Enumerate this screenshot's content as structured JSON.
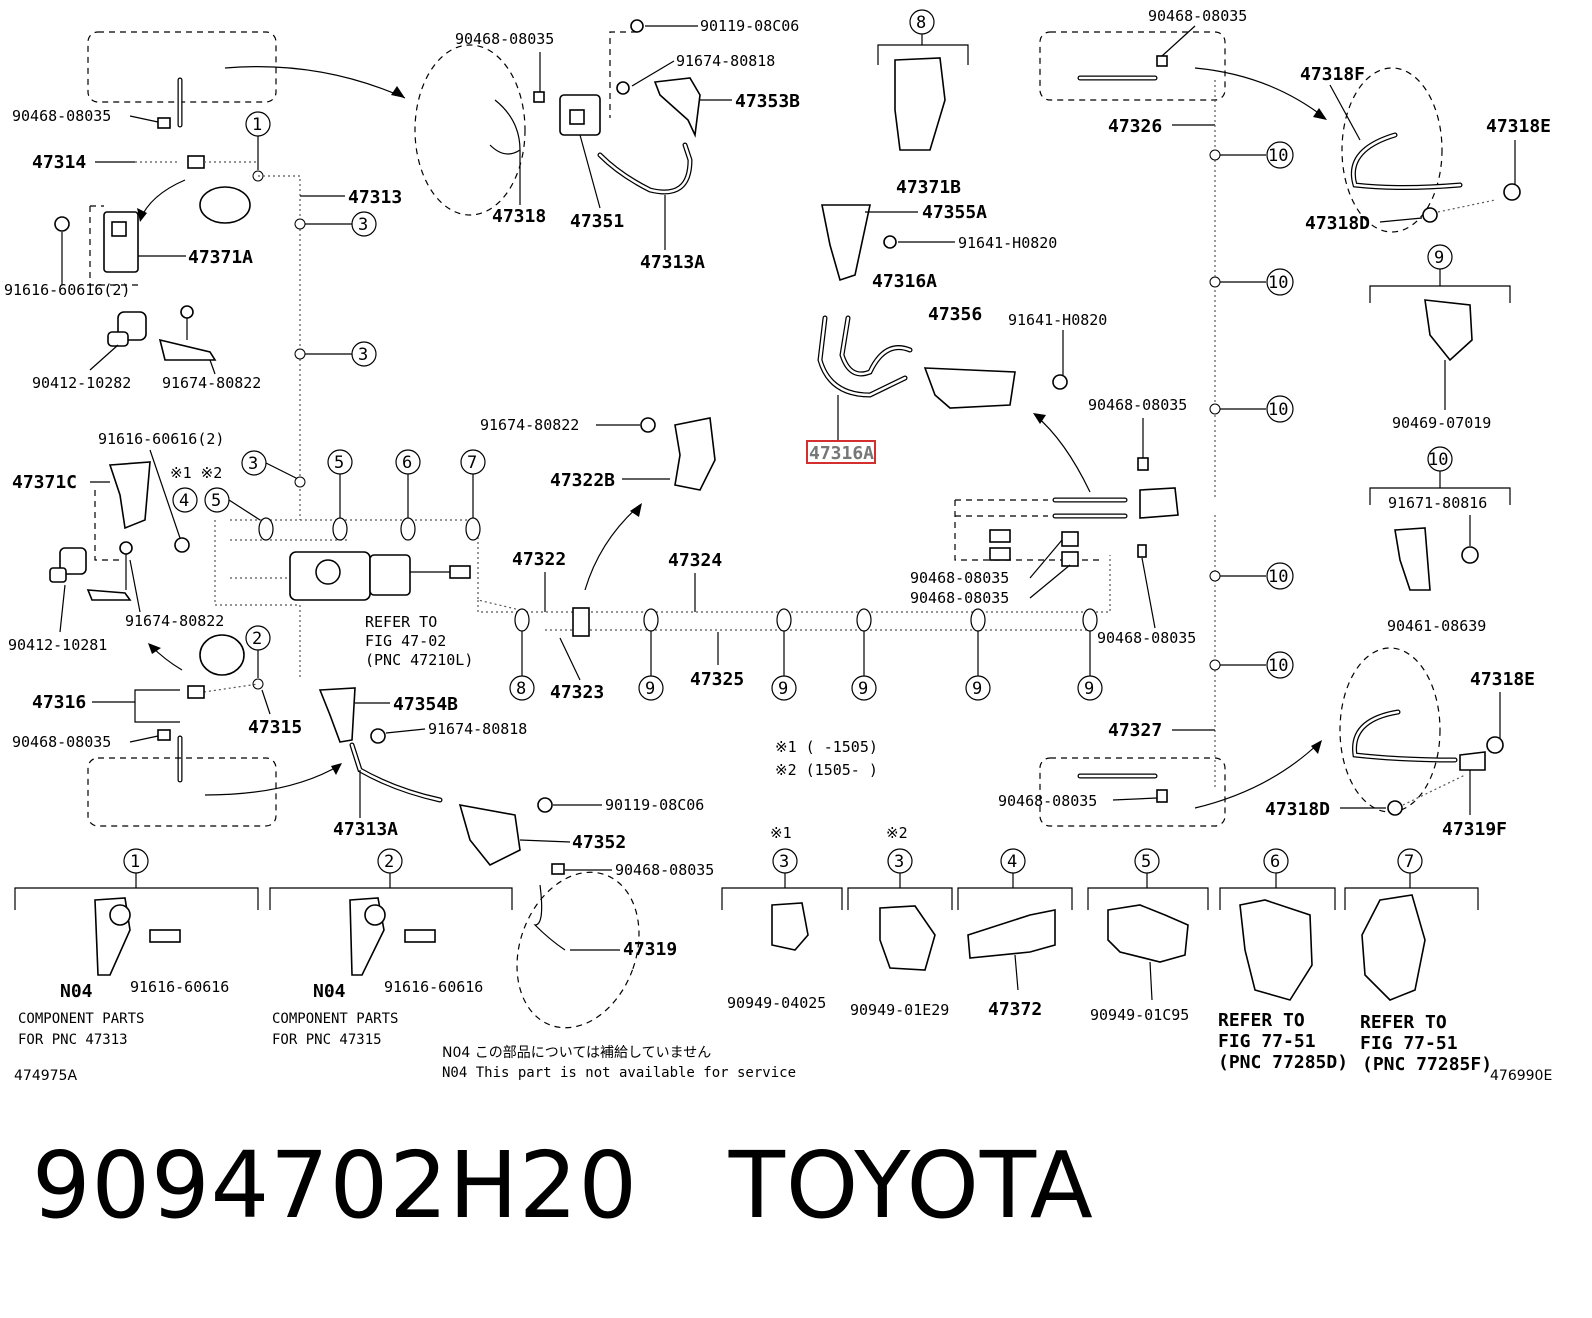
{
  "labels": {
    "p90468_tl": "90468-08035",
    "p47314": "47314",
    "p47313": "47313",
    "p47371A": "47371A",
    "p91616_2": "91616-60616(2)",
    "p90412_10282": "90412-10282",
    "p91674_80822_a": "91674-80822",
    "p90468_top": "90468-08035",
    "p90119_top": "90119-08C06",
    "p91674_80818_top": "91674-80818",
    "p47353B": "47353B",
    "p47318": "47318",
    "p47351": "47351",
    "p47313A_top": "47313A",
    "p47371B": "47371B",
    "p47355A": "47355A",
    "p91641_a": "91641-H0820",
    "p47316A": "47316A",
    "p47356": "47356",
    "p91641_b": "91641-H0820",
    "p47316A_hl": "47316A",
    "p90468_tr": "90468-08035",
    "p47318F": "47318F",
    "p47326": "47326",
    "p47318E_top": "47318E",
    "p47318D_top": "47318D",
    "p90469": "90469-07019",
    "p90468_mid_r": "90468-08035",
    "p91671": "91671-80816",
    "p90461": "90461-08639",
    "p91616_2b": "91616-60616(2)",
    "p47371C": "47371C",
    "p90412_10281": "90412-10281",
    "p91674_80822_b": "91674-80822",
    "p91674_80822_c": "91674-80822",
    "p47322B": "47322B",
    "p47322": "47322",
    "p47324": "47324",
    "p47323": "47323",
    "p47325": "47325",
    "p90468_c1": "90468-08035",
    "p90468_c2": "90468-08035",
    "p90468_c3": "90468-08035",
    "p47316": "47316",
    "p47315": "47315",
    "p90468_bl": "90468-08035",
    "p47354B": "47354B",
    "p91674_80818_bot": "91674-80818",
    "p47313A_bot": "47313A",
    "p90119_bot": "90119-08C06",
    "p47352": "47352",
    "p90468_bot": "90468-08035",
    "p47319": "47319",
    "p47327": "47327",
    "p90468_br": "90468-08035",
    "p47318E_bot": "47318E",
    "p47318D_bot": "47318D",
    "p47319F": "47319F",
    "refer_47_02_a": "REFER TO",
    "refer_47_02_b": "FIG 47-02",
    "refer_47_02_c": "(PNC 47210L)",
    "note1": "※1 (     -1505)",
    "note2": "※2 (1505-     )",
    "star12_a": "※1 ※2",
    "star1": "※1",
    "star2": "※2",
    "n04_jp": "N04  この部品については補給していません",
    "n04_en": "N04  This part is not available for service",
    "code_left": "474975A",
    "code_right": "476990E"
  },
  "callouts": [
    "1",
    "2",
    "3",
    "4",
    "5",
    "6",
    "7",
    "8",
    "9",
    "10"
  ],
  "components": {
    "c1_part": "91616-60616",
    "c1_n04": "N04",
    "c1_text_a": "COMPONENT PARTS",
    "c1_text_b": "FOR PNC 47313",
    "c2_part": "91616-60616",
    "c2_n04": "N04",
    "c2_text_a": "COMPONENT PARTS",
    "c2_text_b": "FOR PNC 47315",
    "c3a_part": "90949-04025",
    "c3b_part": "90949-01E29",
    "c4_part": "47372",
    "c5_part": "90949-01C95",
    "c6_a": "REFER TO",
    "c6_b": "FIG 77-51",
    "c6_c": "(PNC 77285D)",
    "c7_a": "REFER TO",
    "c7_b": "FIG 77-51",
    "c7_c": "(PNC 77285F)"
  },
  "footer": {
    "part_number": "9094702H20",
    "brand": "TOYOTA"
  }
}
